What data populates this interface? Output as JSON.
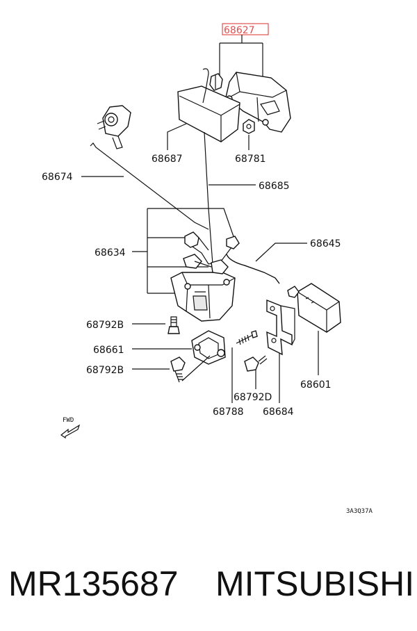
{
  "diagram": {
    "highlight_color": "#e05050",
    "callouts": {
      "c68627": "68627",
      "c68687": "68687",
      "c68781": "68781",
      "c68674": "68674",
      "c68685": "68685",
      "c68634": "68634",
      "c68645": "68645",
      "c68792b_1": "68792B",
      "c68661": "68661",
      "c68792b_2": "68792B",
      "c68601": "68601",
      "c68792d": "68792D",
      "c68788": "68788",
      "c68684": "68684"
    },
    "fwd_label": "FWD",
    "diagram_code": "3A3Q37A"
  },
  "footer": {
    "part_number": "MR135687",
    "brand": "MITSUBISHI"
  }
}
